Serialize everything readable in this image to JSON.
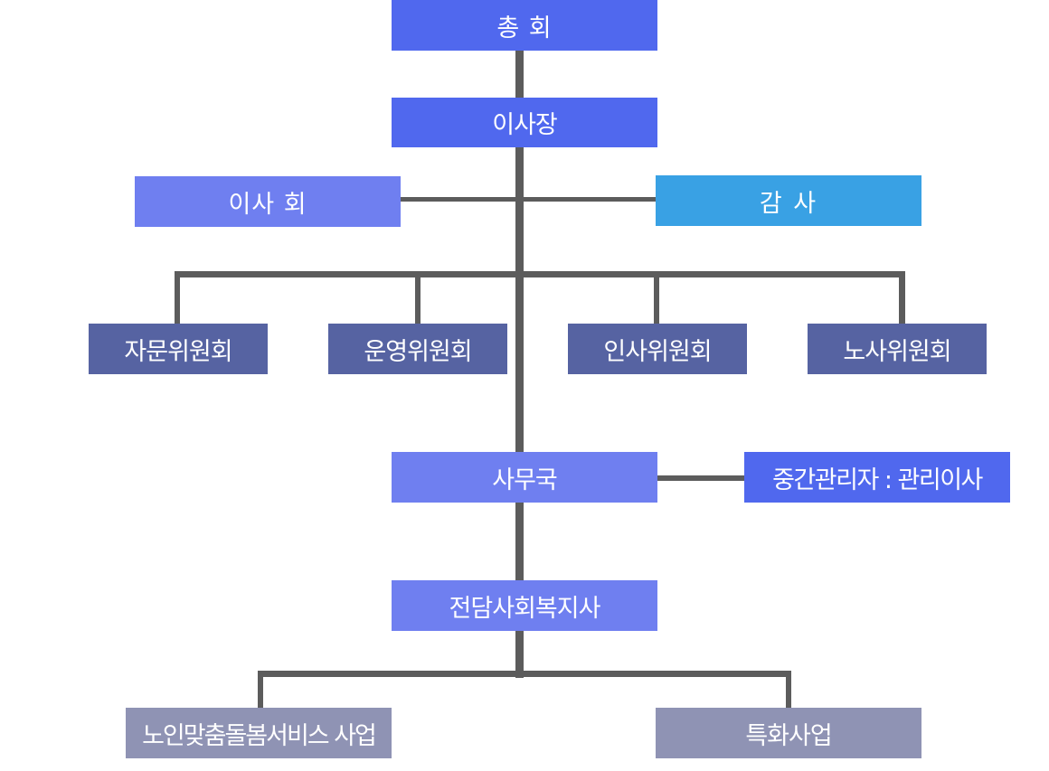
{
  "org_chart": {
    "general_assembly": "총 회",
    "chairman": "이사장",
    "board_of_directors": "이사 회",
    "auditor": "감 사",
    "committees": [
      "자문위원회",
      "운영위원회",
      "인사위원회",
      "노사위원회"
    ],
    "secretariat": "사무국",
    "middle_manager": "중간관리자 : 관리이사",
    "social_worker": "전담사회복지사",
    "programs": [
      "노인맞춤돌봄서비스 사업",
      "특화사업"
    ]
  },
  "colors": {
    "primary_blue": "#5068ee",
    "light_blue": "#6f7ff0",
    "sky_blue": "#39a1e4",
    "navy": "#5663a2",
    "gray_blue": "#8f93b4",
    "connector": "#5c5c5c"
  }
}
